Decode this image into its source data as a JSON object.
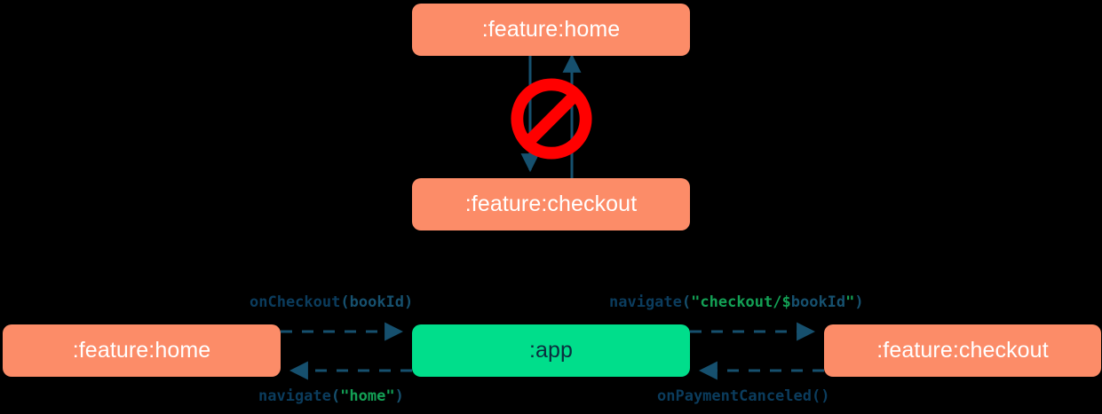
{
  "diagram": {
    "title": "module-navigation-dependency-diagram",
    "background_color": "#000000",
    "palette": {
      "module_fill": "#FC8C68",
      "module_text": "#FFFFFF",
      "app_fill": "#00DE8B",
      "app_text": "#0B2D3E",
      "edge_color": "#16506E",
      "label_text": "#0B3C5D",
      "string_literal": "#13A055",
      "forbidden_color": "#FF0000"
    },
    "sections": [
      {
        "name": "forbidden-direct-dependency",
        "nodes": [
          {
            "id": "top-home",
            "label": ":feature:home",
            "kind": "module"
          },
          {
            "id": "top-checkout",
            "label": ":feature:checkout",
            "kind": "module"
          }
        ],
        "edges": [
          {
            "from": "top-home",
            "to": "top-checkout",
            "style": "solid",
            "direction": "down"
          },
          {
            "from": "top-checkout",
            "to": "top-home",
            "style": "solid",
            "direction": "up"
          }
        ],
        "badge": {
          "name": "forbidden-icon",
          "symbol": "no-entry",
          "color": "#FF0000"
        }
      },
      {
        "name": "mediated-navigation",
        "nodes": [
          {
            "id": "bottom-home",
            "label": ":feature:home",
            "kind": "module"
          },
          {
            "id": "bottom-app",
            "label": ":app",
            "kind": "app"
          },
          {
            "id": "bottom-checkout",
            "label": ":feature:checkout",
            "kind": "module"
          }
        ],
        "edges": [
          {
            "from": "bottom-home",
            "to": "bottom-app",
            "style": "dashed",
            "direction": "right",
            "label_id": "oncheckout"
          },
          {
            "from": "bottom-app",
            "to": "bottom-checkout",
            "style": "dashed",
            "direction": "right",
            "label_id": "navigate-checkout"
          },
          {
            "from": "bottom-app",
            "to": "bottom-home",
            "style": "dashed",
            "direction": "left",
            "label_id": "navigate-home"
          },
          {
            "from": "bottom-checkout",
            "to": "bottom-app",
            "style": "dashed",
            "direction": "left",
            "label_id": "onpaymentcanceled"
          }
        ]
      }
    ],
    "labels": {
      "oncheckout": {
        "full": "onCheckout(bookId)",
        "parts": [
          {
            "text": "onCheckout",
            "token": "plain"
          },
          {
            "text": "(",
            "token": "punc"
          },
          {
            "text": "bookId",
            "token": "var"
          },
          {
            "text": ")",
            "token": "punc"
          }
        ]
      },
      "navigate_checkout": {
        "full": "navigate(\"checkout/$bookId\")",
        "parts": [
          {
            "text": "navigate",
            "token": "plain"
          },
          {
            "text": "(",
            "token": "punc"
          },
          {
            "text": "\"checkout/$",
            "token": "str"
          },
          {
            "text": "bookId",
            "token": "var"
          },
          {
            "text": "\"",
            "token": "str"
          },
          {
            "text": ")",
            "token": "punc"
          }
        ]
      },
      "navigate_home": {
        "full": "navigate(\"home\")",
        "parts": [
          {
            "text": "navigate",
            "token": "plain"
          },
          {
            "text": "(",
            "token": "punc"
          },
          {
            "text": "\"home\"",
            "token": "str"
          },
          {
            "text": ")",
            "token": "punc"
          }
        ]
      },
      "onpaymentcanceled": {
        "full": "onPaymentCanceled()",
        "parts": [
          {
            "text": "onPaymentCanceled()",
            "token": "plain"
          }
        ]
      }
    }
  }
}
